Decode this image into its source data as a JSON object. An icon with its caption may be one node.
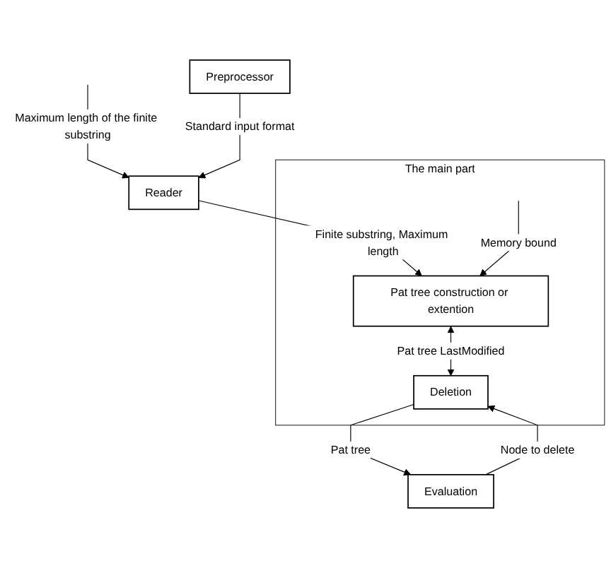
{
  "diagram": {
    "nodes": [
      {
        "text": [
          "Reader"
        ]
      },
      {
        "text": [
          "Preprocessor"
        ]
      },
      {
        "text": [
          "The main part"
        ]
      },
      {
        "text": [
          "Pat tree construction or extention"
        ],
        "in": 2
      },
      {
        "text": [
          "Deletion"
        ],
        "in": 2
      },
      {
        "text": [
          "Evaluation"
        ]
      }
    ],
    "edges": [
      {
        "from": null,
        "to": 0,
        "arrow": "to",
        "label": "Maximum length of the finite substring"
      },
      {
        "from": 1,
        "to": 0,
        "arrow": "to",
        "label": "Standard input format"
      },
      {
        "from": 0,
        "to": 3,
        "arrow": "to",
        "label": "Finite substring, Maximum length"
      },
      {
        "from": null,
        "to": 3,
        "arrow": "to",
        "label": "Memory bound"
      },
      {
        "from": 3,
        "to": 4,
        "arrow": "both",
        "label": "Pat tree LastModified"
      },
      {
        "from": 5,
        "to": 4,
        "arrow": "to",
        "label": "Node to delete"
      },
      {
        "from": 4,
        "to": 5,
        "arrow": "to",
        "label": "Pat tree"
      }
    ]
  }
}
